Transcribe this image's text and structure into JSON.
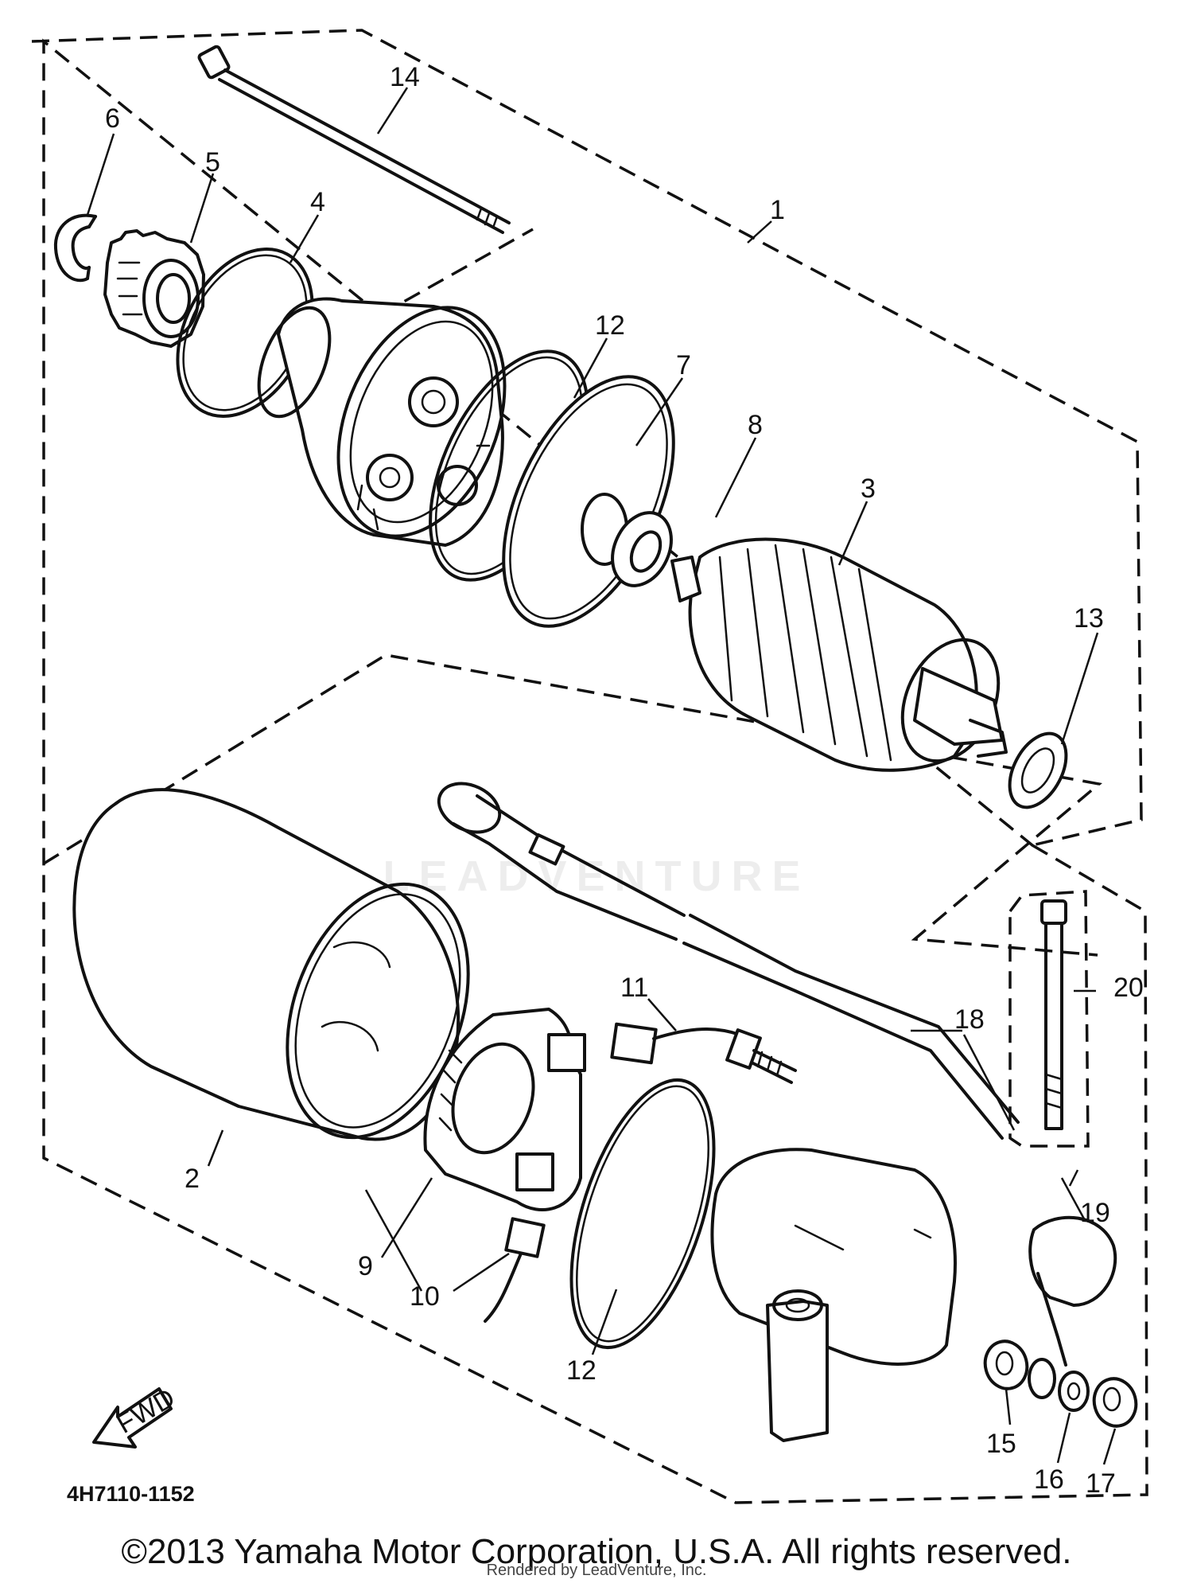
{
  "diagram": {
    "code": "4H7110-1152",
    "fwd_label": "FWD",
    "watermark_text": "LEADVENTURE",
    "copyright": "©2013 Yamaha Motor Corporation, U.S.A. All rights reserved.",
    "render_credit": "Rendered by LeadVenture, Inc.",
    "callouts": {
      "c1": "1",
      "c2": "2",
      "c3": "3",
      "c4": "4",
      "c5": "5",
      "c6": "6",
      "c7": "7",
      "c8": "8",
      "c9": "9",
      "c10": "10",
      "c11": "11",
      "c12a": "12",
      "c12b": "12",
      "c13": "13",
      "c14": "14",
      "c15": "15",
      "c16": "16",
      "c17": "17",
      "c18": "18",
      "c19": "19",
      "c20": "20"
    }
  }
}
